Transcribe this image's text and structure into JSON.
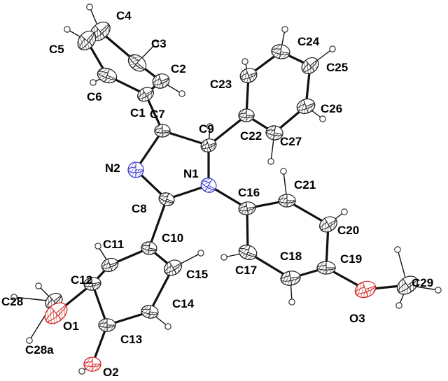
{
  "colors": {
    "carbon": "#222222",
    "nitrogen": "#3b3bd0",
    "oxygen": "#d42020",
    "hydrogen": "#222222",
    "bond": "#111111",
    "background": "#ffffff"
  },
  "labels": {
    "C1": "C1",
    "C2": "C2",
    "C3": "C3",
    "C4": "C4",
    "C5": "C5",
    "C6": "C6",
    "C7": "C7",
    "C8": "C8",
    "C9": "C9",
    "C10": "C10",
    "C11": "C11",
    "C12": "C12",
    "C13": "C13",
    "C14": "C14",
    "C15": "C15",
    "C16": "C16",
    "C17": "C17",
    "C18": "C18",
    "C19": "C19",
    "C20": "C20",
    "C21": "C21",
    "C22": "C22",
    "C23": "C23",
    "C24": "C24",
    "C25": "C25",
    "C26": "C26",
    "C27": "C27",
    "C28": "C28",
    "C28a": "C28a",
    "C29": "C29",
    "N1": "N1",
    "N2": "N2",
    "O1": "O1",
    "O2": "O2",
    "O3": "O3"
  }
}
